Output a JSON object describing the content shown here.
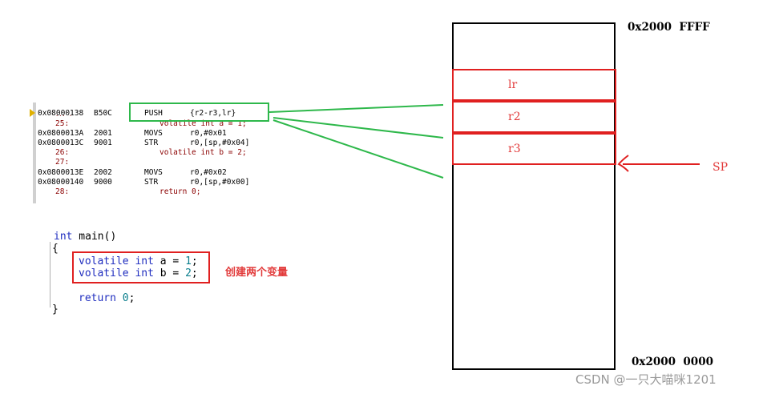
{
  "disassembly": {
    "top_partial": "... .",
    "rows": [
      {
        "type": "asm",
        "addr": "0x08000138",
        "code": "B50C",
        "mnem": "PUSH",
        "ops": "{r2-r3,lr}"
      },
      {
        "type": "src",
        "lineno": "25:",
        "src": "volatile int a = 1;"
      },
      {
        "type": "asm",
        "addr": "0x0800013A",
        "code": "2001",
        "mnem": "MOVS",
        "ops": "r0,#0x01"
      },
      {
        "type": "asm",
        "addr": "0x0800013C",
        "code": "9001",
        "mnem": "STR",
        "ops": "r0,[sp,#0x04]"
      },
      {
        "type": "src",
        "lineno": "26:",
        "src": "volatile int b = 2;"
      },
      {
        "type": "src",
        "lineno": "27:",
        "src": ""
      },
      {
        "type": "asm",
        "addr": "0x0800013E",
        "code": "2002",
        "mnem": "MOVS",
        "ops": "r0,#0x02"
      },
      {
        "type": "asm",
        "addr": "0x08000140",
        "code": "9000",
        "mnem": "STR",
        "ops": "r0,[sp,#0x00]"
      },
      {
        "type": "src",
        "lineno": "28:",
        "src": "return 0;"
      }
    ]
  },
  "source": {
    "line1_kw": "int",
    "line1_rest": " main()",
    "open_brace": "{",
    "decl_a_kw": "volatile int",
    "decl_a_rest": " a = ",
    "decl_a_num": "1",
    "decl_a_end": ";",
    "decl_b_kw": "volatile int",
    "decl_b_rest": " b = ",
    "decl_b_num": "2",
    "decl_b_end": ";",
    "return_kw": "return",
    "return_num": "0",
    "return_end": ";",
    "close_brace": "}"
  },
  "annotation": "创建两个变量",
  "stack": {
    "top_address": "0x2000  FFFF",
    "bottom_address": "0x2000  0000",
    "registers": [
      "lr",
      "r2",
      "r3"
    ],
    "sp_label": "SP"
  },
  "watermark": "CSDN @一只大喵咪1201",
  "colors": {
    "highlight_green": "#2eb84b",
    "highlight_red": "#e02020",
    "stack_border": "#000000",
    "code_keyword": "#1f2dbf",
    "code_number": "#0a7e8c",
    "disasm_source": "#8b0000"
  }
}
